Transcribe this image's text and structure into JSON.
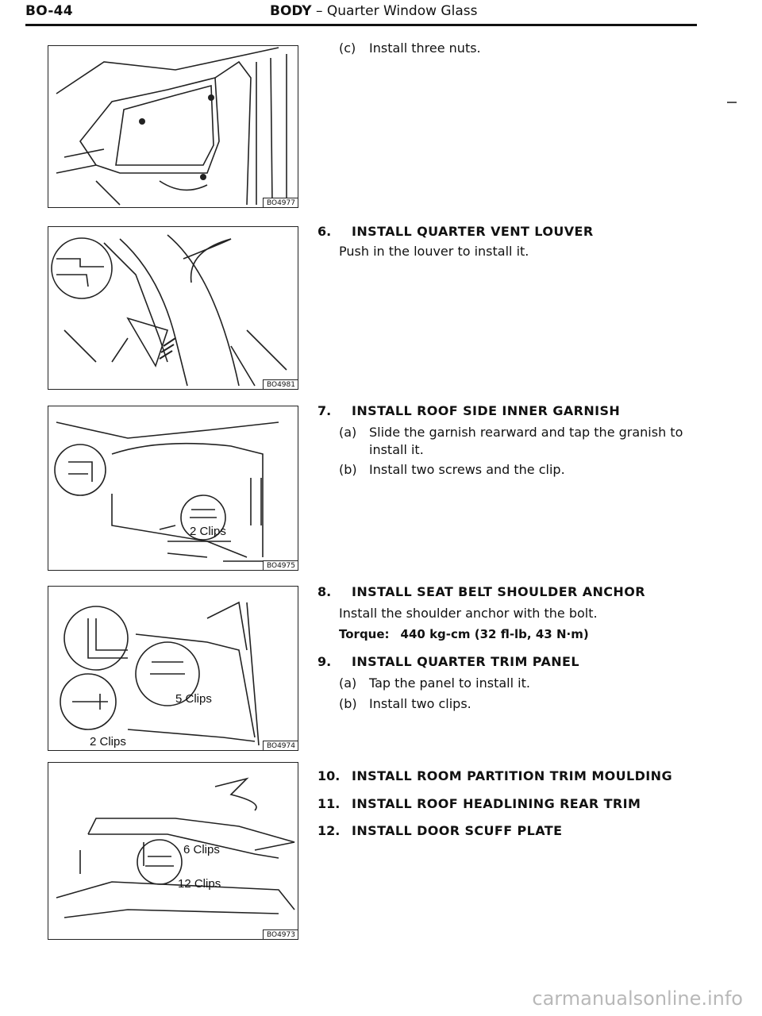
{
  "header": {
    "page_number": "BO-44",
    "section": "BODY",
    "subtitle": "Quarter Window Glass"
  },
  "figures": [
    {
      "code": "BO4977",
      "labels": []
    },
    {
      "code": "BO4981",
      "labels": []
    },
    {
      "code": "BO4975",
      "labels": [
        "2 Clips"
      ]
    },
    {
      "code": "BO4974",
      "labels": [
        "5 Clips",
        "2 Clips"
      ]
    },
    {
      "code": "BO4973",
      "labels": [
        "6 Clips",
        "12 Clips"
      ]
    }
  ],
  "steps": {
    "c_nuts": {
      "label": "(c)",
      "text": "Install three nuts."
    },
    "s6": {
      "num": "6.",
      "title": "INSTALL QUARTER VENT LOUVER",
      "text": "Push in the louver to install it."
    },
    "s7": {
      "num": "7.",
      "title": "INSTALL ROOF SIDE INNER GARNISH",
      "a_label": "(a)",
      "a_text": "Slide the garnish rearward and tap the granish to install it.",
      "b_label": "(b)",
      "b_text": "Install two screws and the clip."
    },
    "s8": {
      "num": "8.",
      "title": "INSTALL SEAT BELT SHOULDER ANCHOR",
      "text": "Install the shoulder anchor with the bolt.",
      "torque_label": "Torque:",
      "torque_value": "440 kg-cm (32 fl-lb, 43 N·m)"
    },
    "s9": {
      "num": "9.",
      "title": "INSTALL QUARTER TRIM PANEL",
      "a_label": "(a)",
      "a_text": "Tap the panel to install it.",
      "b_label": "(b)",
      "b_text": "Install two clips."
    },
    "s10": {
      "num": "10.",
      "title": "INSTALL ROOM PARTITION TRIM MOULDING"
    },
    "s11": {
      "num": "11.",
      "title": "INSTALL ROOF HEADLINING REAR TRIM"
    },
    "s12": {
      "num": "12.",
      "title": "INSTALL DOOR SCUFF PLATE"
    }
  },
  "watermark": "carmanualsonline.info"
}
